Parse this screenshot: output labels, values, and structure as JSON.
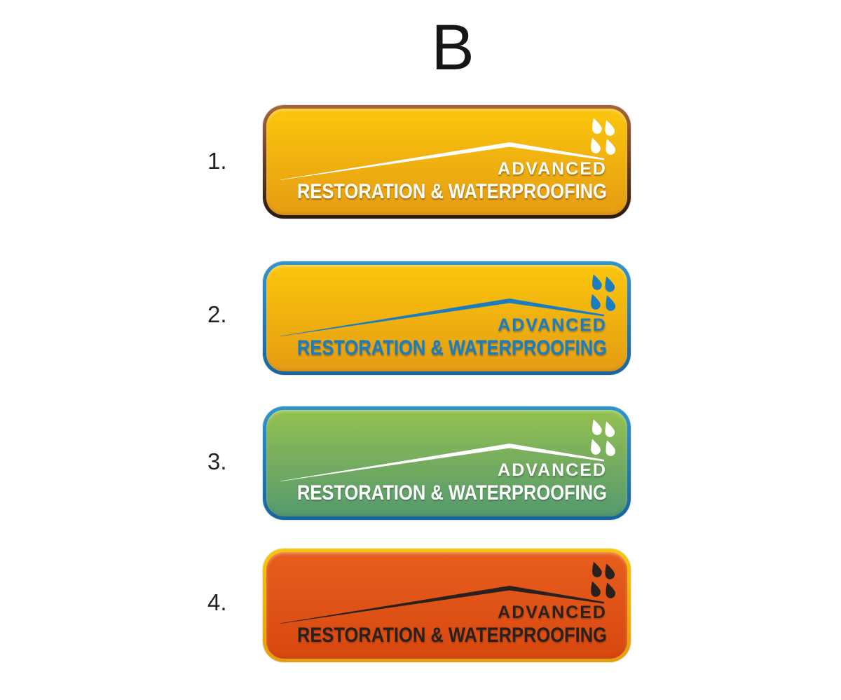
{
  "page": {
    "background": "#FFFFFF",
    "title": "B"
  },
  "brand": {
    "line1": "ADVANCED",
    "line2": "RESTORATION & WATERPROOFING"
  },
  "badges": [
    {
      "number": "1.",
      "colors": {
        "border1": "#A86438",
        "border2": "#2A1A0B",
        "fill1": "#FBC60D",
        "fill2": "#E59C13",
        "art": "#FFFFFF",
        "shadow": "rgba(92,52,2,0.50)"
      }
    },
    {
      "number": "2.",
      "colors": {
        "border1": "#2F95D0",
        "border2": "#1565A0",
        "fill1": "#FBC60D",
        "fill2": "#E59C13",
        "art": "#1A7DC0",
        "shadow": "rgba(12,45,80,0.40)"
      }
    },
    {
      "number": "3.",
      "colors": {
        "border1": "#2F95D0",
        "border2": "#1565A0",
        "fill1": "#94C04F",
        "fill2": "#55996F",
        "art": "#FFFFFF",
        "shadow": "rgba(35,75,50,0.45)"
      }
    },
    {
      "number": "4.",
      "colors": {
        "border1": "#FAC607",
        "border2": "#E89C0B",
        "fill1": "#E75E1E",
        "fill2": "#D8480F",
        "art": "#28211D",
        "shadow": "rgba(0,0,0,0.20)"
      }
    }
  ]
}
